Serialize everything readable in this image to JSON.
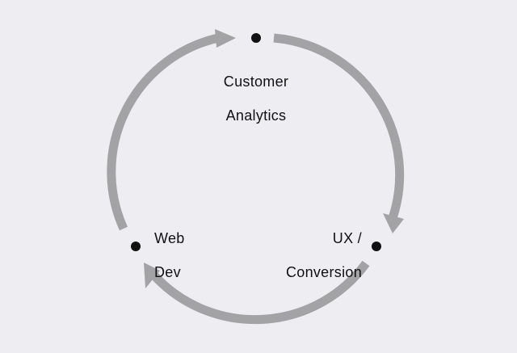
{
  "nodes": [
    {
      "id": "customer-analytics",
      "label_line1": "Customer",
      "label_line2": "Analytics"
    },
    {
      "id": "ux-conversion",
      "label_line1": "UX /",
      "label_line2": "Conversion"
    },
    {
      "id": "web-dev",
      "label_line1": "Web",
      "label_line2": "Dev"
    }
  ],
  "colors": {
    "background": "#eeedf2",
    "arrow": "#a3a3a5",
    "node_dot": "#111111",
    "text": "#111111"
  }
}
